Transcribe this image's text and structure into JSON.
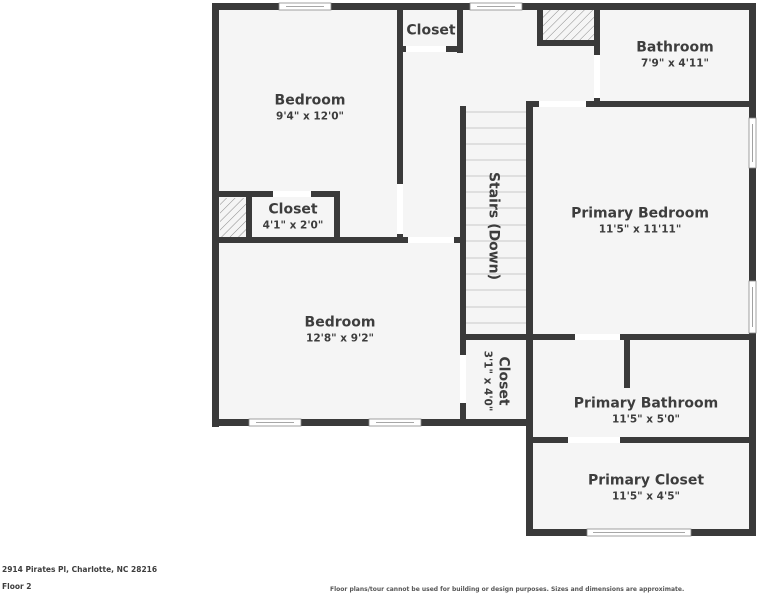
{
  "floorplan": {
    "rooms": [
      {
        "id": "bedroom-1",
        "name": "Bedroom",
        "dims": "9'4\" x 12'0\""
      },
      {
        "id": "closet-top",
        "name": "Closet",
        "dims": ""
      },
      {
        "id": "bathroom",
        "name": "Bathroom",
        "dims": "7'9\" x 4'11\""
      },
      {
        "id": "closet-small",
        "name": "Closet",
        "dims": "4'1\" x 2'0\""
      },
      {
        "id": "stairs",
        "name": "Stairs (Down)",
        "dims": ""
      },
      {
        "id": "primary-bedroom",
        "name": "Primary Bedroom",
        "dims": "11'5\" x 11'11\""
      },
      {
        "id": "bedroom-2",
        "name": "Bedroom",
        "dims": "12'8\" x 9'2\""
      },
      {
        "id": "closet-hall",
        "name": "Closet",
        "dims": "3'1\" x 4'0\""
      },
      {
        "id": "primary-bathroom",
        "name": "Primary Bathroom",
        "dims": "11'5\" x 5'0\""
      },
      {
        "id": "primary-closet",
        "name": "Primary Closet",
        "dims": "11'5\" x 4'5\""
      }
    ],
    "colors": {
      "wall": "#3a3a3a",
      "floor": "#f5f5f5",
      "text": "#3d3d3d"
    }
  },
  "footer": {
    "address": "2914 Pirates Pl, Charlotte, NC 28216",
    "floor": "Floor 2",
    "disclaimer": "Floor plans/tour cannot be used for building or design purposes. Sizes and dimensions are approximate."
  }
}
